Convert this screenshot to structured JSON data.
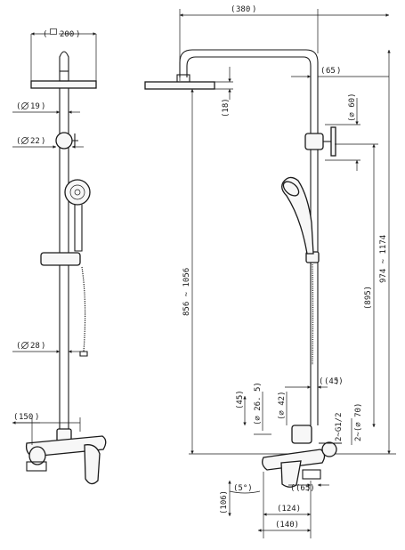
{
  "dimensions": {
    "head_square": "200",
    "arm_diameter": "19",
    "holder_diameter": "22",
    "rail_diameter": "28",
    "mixer_width": "150",
    "arm_projection": "380",
    "right_offset": "65",
    "knob_diameter": "60",
    "head_thickness": "18",
    "height_shower": "856 ~ 1056",
    "height_total": "974 ~ 1174",
    "height_895": "(895)",
    "offset_45_top": "(45)",
    "offset_45_left": "(45)",
    "pipe_diameter_26_5": "26. 5",
    "pipe_diameter_42": "42",
    "thread_left": "2~G1/2",
    "thread_right": "2~",
    "pipe_diameter_70": "70",
    "bottom_65": "(65)",
    "angle": "(5°)",
    "spout_drop": "(106)",
    "spout_124": "(124)",
    "spout_140": "(140)"
  },
  "colors": {
    "line": "#1a1a1a",
    "background": "#ffffff"
  }
}
